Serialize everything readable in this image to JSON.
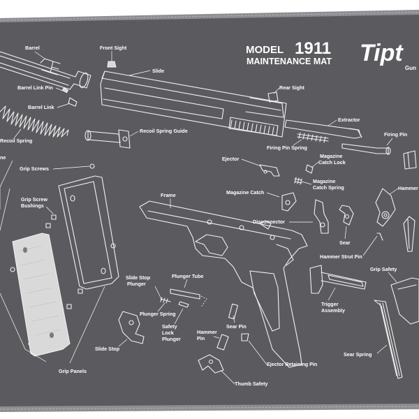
{
  "colors": {
    "mat": "#5b5a5e",
    "border": "#8e8d91",
    "ink": "#ffffff",
    "background": "#ffffff"
  },
  "title": {
    "model": "MODEL",
    "number": "1911",
    "subtitle": "MAINTENANCE MAT"
  },
  "brand": {
    "name": "Tipt",
    "tagline": "Gun"
  },
  "labels": {
    "barrel": "Barrel",
    "front_sight": "Front Sight",
    "slide": "Slide",
    "barrel_link_pin": "Barrel Link Pin",
    "barrel_link": "Barrel Link",
    "recoil_spring": "Recoil Spring",
    "recoil_spring_guide": "Recoil Spring Guide",
    "rear_sight": "Rear Sight",
    "extractor": "Extractor",
    "firing_pin": "Firing Pin",
    "firing_pin_spring": "Firing Pin Spring",
    "ejector": "Ejector",
    "magazine_catch_lock": "Magazine\nCatch Lock",
    "magazine_catch_spring": "Magazine\nCatch Spring",
    "magazine_catch": "Magazine Catch",
    "hammer": "Hammer",
    "edge_cut_label": "ne",
    "grip_screws": "Grip Screws",
    "grip_screw_bushings": "Grip Screw\nBushings",
    "frame": "Frame",
    "disconnector": "Disconnector",
    "sear": "Sear",
    "hammer_strut_pin": "Hammer Strut Pin",
    "grip_safety": "Grip Safety",
    "slide_stop_plunger": "Slide Stop\nPlunger",
    "plunger_tube": "Plunger Tube",
    "plunger_spring": "Plunger Spring",
    "safety_lock_plunger": "Safety\nLock\nPlunger",
    "hammer_pin": "Hammer\nPin",
    "sear_pin": "Sear Pin",
    "trigger_assembly": "Trigger\nAssembly",
    "sear_spring": "Sear Spring",
    "slide_stop": "Slide Stop",
    "ejector_retaining_pin": "Ejector Retaining Pin",
    "grip_panels": "Grip Panels",
    "thumb_safety": "Thumb Safety"
  }
}
